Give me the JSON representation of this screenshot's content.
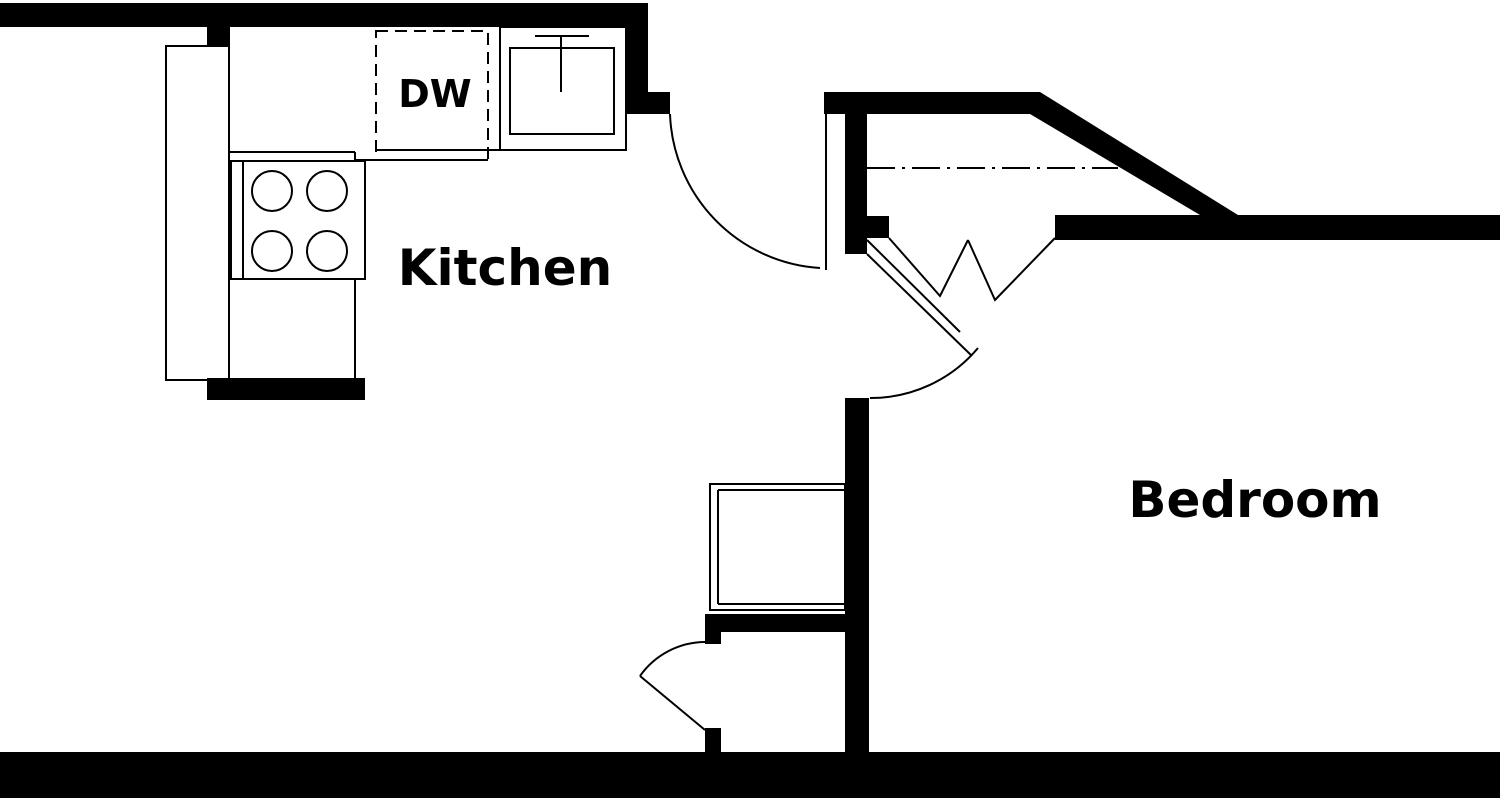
{
  "rooms": {
    "kitchen": {
      "label": "Kitchen"
    },
    "bedroom": {
      "label": "Bedroom"
    }
  },
  "appliances": {
    "dishwasher": {
      "label": "DW"
    }
  }
}
